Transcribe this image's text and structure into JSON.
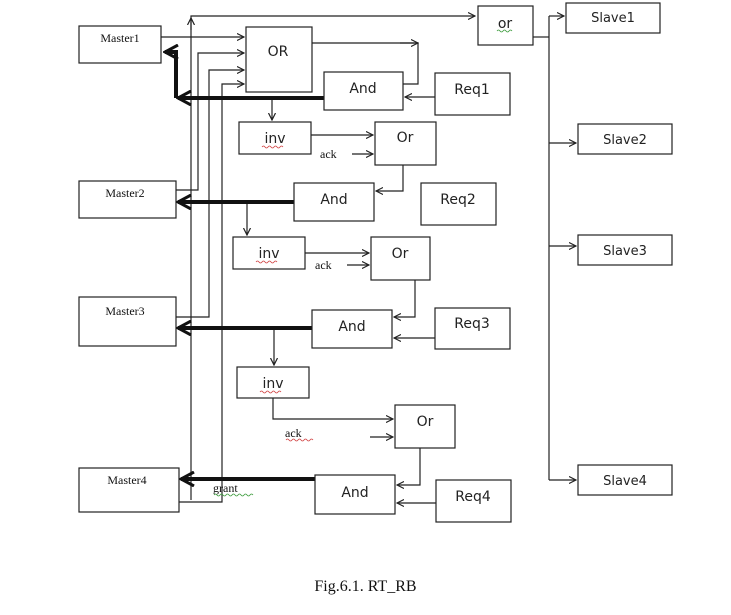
{
  "figure": {
    "caption": "Fig.6.1. RT_RB"
  },
  "masters": [
    {
      "id": "master1",
      "label": "Master1"
    },
    {
      "id": "master2",
      "label": "Master2"
    },
    {
      "id": "master3",
      "label": "Master3"
    },
    {
      "id": "master4",
      "label": "Master4"
    }
  ],
  "slaves": [
    {
      "id": "slave1",
      "label": "Slave1"
    },
    {
      "id": "slave2",
      "label": "Slave2"
    },
    {
      "id": "slave3",
      "label": "Slave3"
    },
    {
      "id": "slave4",
      "label": "Slave4"
    }
  ],
  "gates": {
    "or_main": "OR",
    "or_top": "or",
    "and1": "And",
    "and2": "And",
    "and3": "And",
    "and4": "And",
    "inv1": "inv",
    "inv2": "inv",
    "inv3": "inv",
    "or1": "Or",
    "or2": "Or",
    "or3": "Or"
  },
  "requests": [
    {
      "id": "req1",
      "label": "Req1"
    },
    {
      "id": "req2",
      "label": "Req2"
    },
    {
      "id": "req3",
      "label": "Req3"
    },
    {
      "id": "req4",
      "label": "Req4"
    }
  ],
  "signals": {
    "ack1": "ack",
    "ack2": "ack",
    "ack3": "ack",
    "grant": "grant"
  }
}
